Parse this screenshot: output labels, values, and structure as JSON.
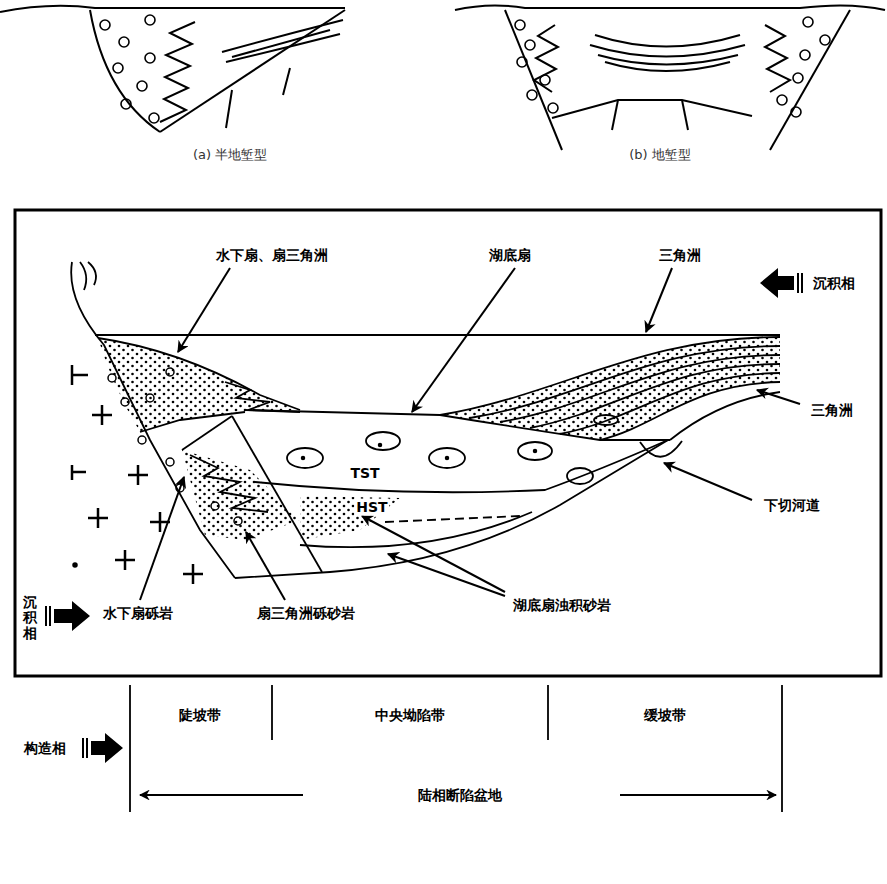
{
  "diagram": {
    "labels": [
      "(a) 半地堑型",
      "(b) 地堑型",
      "水下扇、扇三角洲",
      "湖底扇",
      "三角洲",
      "沉积相",
      "三角洲",
      "TST",
      "HST",
      "下切河道",
      "沉积相",
      "水下扇砾岩",
      "扇三角洲砾砂岩",
      "湖底扇浊积砂岩",
      "陡坡带",
      "中央坳陷带",
      "缓坡带",
      "构造相",
      "陆相断陷盆地"
    ]
  }
}
